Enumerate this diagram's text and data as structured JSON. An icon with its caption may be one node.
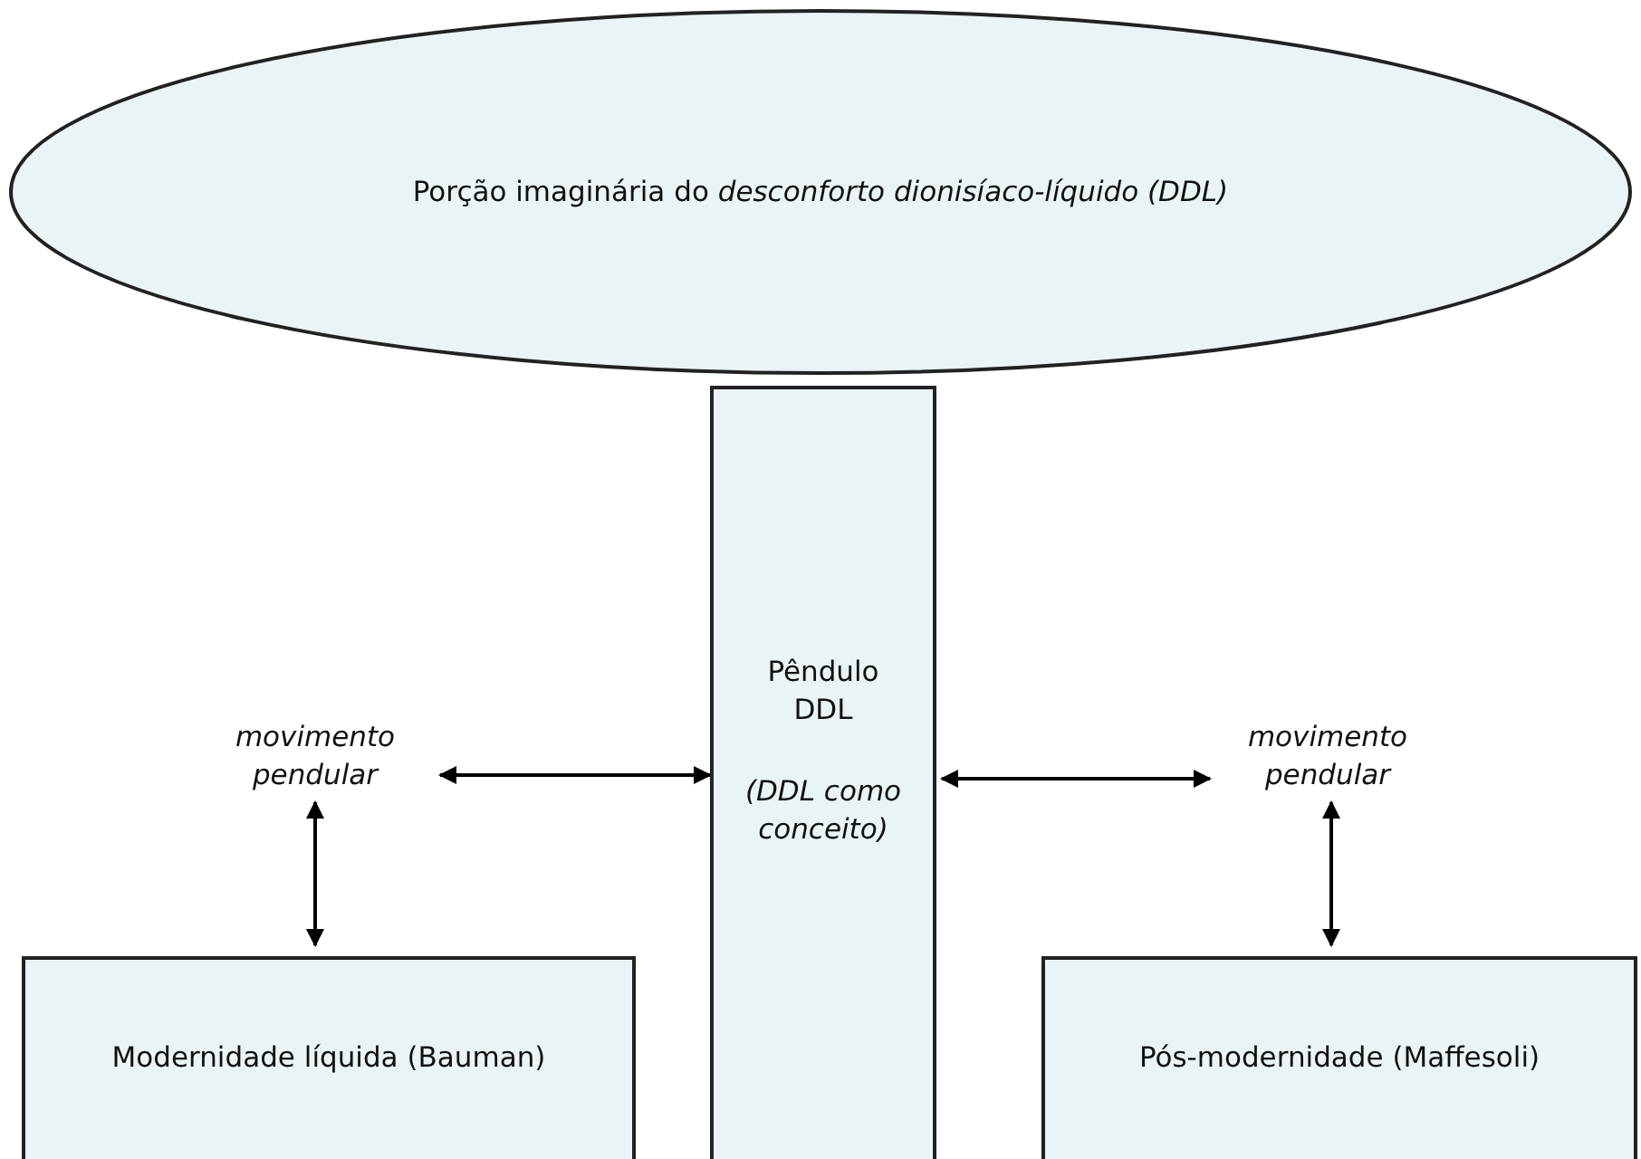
{
  "diagram": {
    "nodes": [
      {
        "text": [
          "Porção imaginária do *desconforto dionisíaco-líquido (DDL)*"
        ]
      },
      {
        "text": [
          "Pêndulo DDL",
          "(DDL como conceito)"
        ]
      },
      {
        "text": [
          "movimento pendular"
        ]
      },
      {
        "text": [
          "movimento pendular"
        ]
      },
      {
        "text": [
          "Modernidade líquida (Bauman)"
        ]
      },
      {
        "text": [
          "Pós-modernidade (Maffesoli)"
        ]
      }
    ],
    "edges": [
      {
        "from": 2,
        "to": 1,
        "arrow": "both"
      },
      {
        "from": 1,
        "to": 3,
        "arrow": "both"
      },
      {
        "from": 2,
        "to": 4,
        "arrow": "both"
      },
      {
        "from": 3,
        "to": 5,
        "arrow": "both"
      }
    ]
  }
}
